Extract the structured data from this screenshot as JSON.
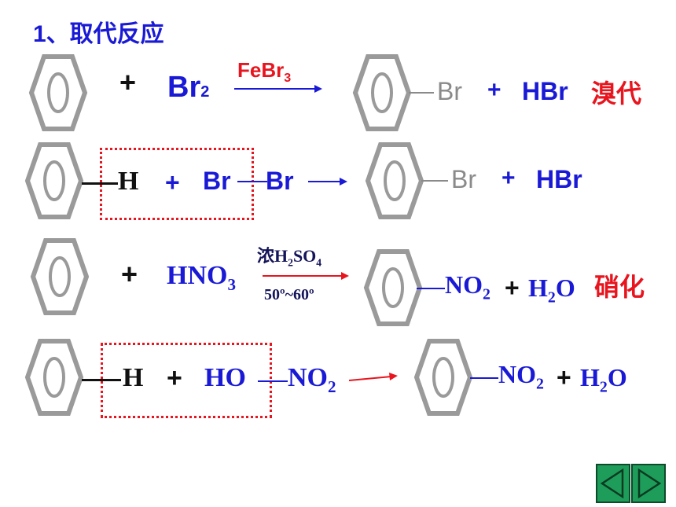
{
  "title": "1、取代反应",
  "reactions": {
    "r1": {
      "plus1": "+",
      "reagent_main": "Br",
      "reagent_sub": "2",
      "catalyst_main": "FeBr",
      "catalyst_sub": "3",
      "product": "Br",
      "plus2": "+",
      "byproduct": "HBr",
      "label": "溴代"
    },
    "r2": {
      "h": "H",
      "plus1": "+",
      "br_left": "Br",
      "br_right": "Br",
      "product": "Br",
      "plus2": "+",
      "byproduct": "HBr"
    },
    "r3": {
      "plus1": "+",
      "reagent_main": "HNO",
      "reagent_sub": "3",
      "cond_top_prefix": "浓H",
      "cond_top_sub1": "2",
      "cond_top_mid": "SO",
      "cond_top_sub2": "4",
      "cond_bottom": "50º~60º",
      "product_main": "NO",
      "product_sub": "2",
      "plus2": "+",
      "water_h": "H",
      "water_sub": "2",
      "water_o": "O",
      "label": "硝化"
    },
    "r4": {
      "h": "H",
      "plus1": "+",
      "ho": "HO",
      "no_main": "NO",
      "no_sub": "2",
      "product_main": "NO",
      "product_sub": "2",
      "plus2": "+",
      "water_h": "H",
      "water_sub": "2",
      "water_o": "O"
    }
  },
  "colors": {
    "blue": "#1a1ad6",
    "red": "#e8141e",
    "grey": "#8a8a8a",
    "nav_green": "#1e9c5a"
  },
  "nav": {
    "prev_icon": "triangle-left-icon",
    "next_icon": "triangle-right-icon"
  }
}
